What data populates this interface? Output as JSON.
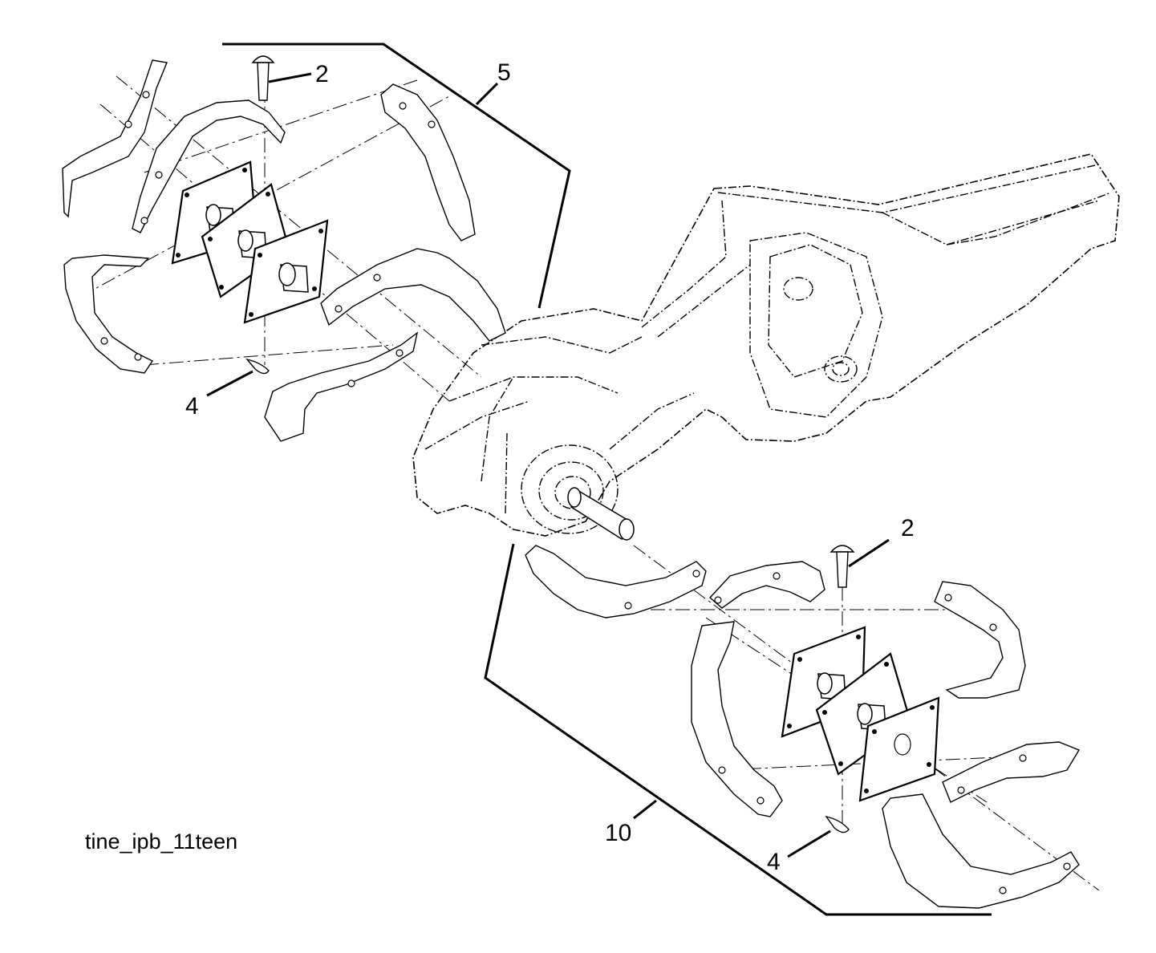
{
  "callouts": {
    "upper_pin": "2",
    "upper_assembly": "5",
    "upper_clip": "4",
    "lower_pin": "2",
    "lower_assembly": "10",
    "lower_clip": "4"
  },
  "caption": "tine_ipb_11teen"
}
